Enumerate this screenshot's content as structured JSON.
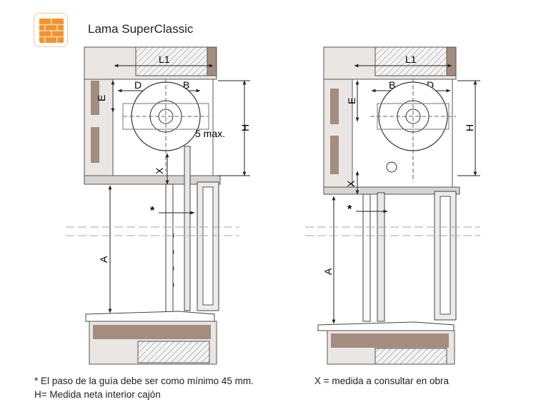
{
  "header": {
    "logo_icon": "brick-wall-icon",
    "title": "Lama SuperClassic",
    "accent_color": "#f29330"
  },
  "diagrams": {
    "left": {
      "labels": {
        "L1": "L1",
        "D": "D",
        "B": "B",
        "E": "E",
        "H": "H",
        "X": "X",
        "max": "5 max.",
        "star": "*",
        "A": "A"
      }
    },
    "right": {
      "labels": {
        "L1": "L1",
        "B": "B",
        "D": "D",
        "E": "E",
        "H": "H",
        "X": "X",
        "star": "*",
        "A": "A"
      }
    }
  },
  "notes": {
    "star_note": "* El paso de la guía debe ser como mínimo 45 mm.",
    "h_note": "H= Medida neta interior cajón",
    "x_note": "X = medida a consultar en obra"
  }
}
